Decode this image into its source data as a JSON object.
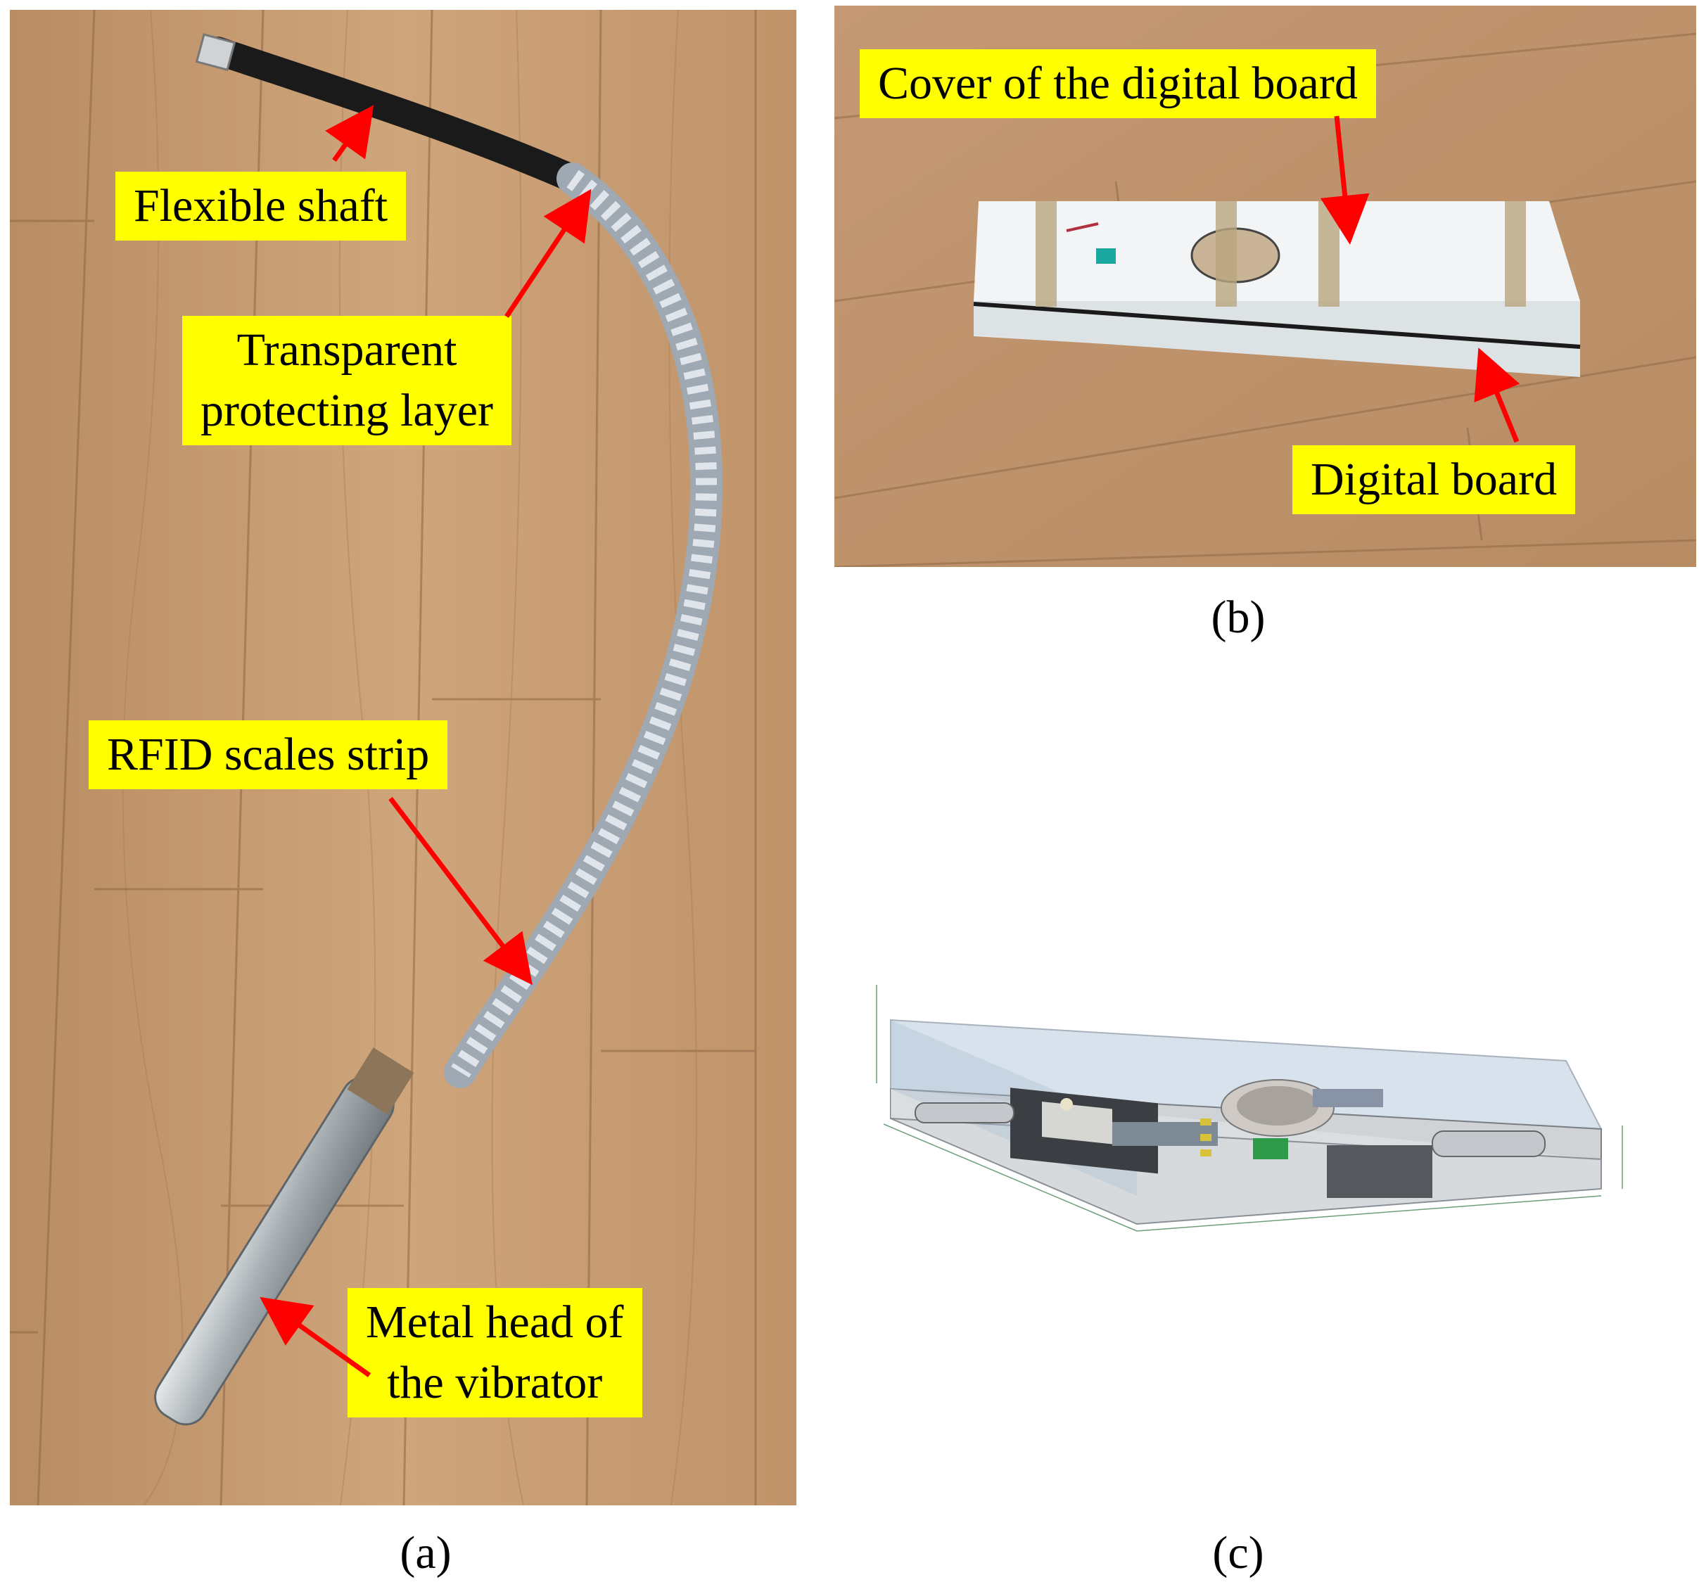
{
  "panel_a": {
    "labels": {
      "flexible_shaft": "Flexible shaft",
      "transparent_line1": "Transparent",
      "transparent_line2": "protecting layer",
      "rfid_strip": "RFID scales strip",
      "metal_head_line1": "Metal head of",
      "metal_head_line2": "the vibrator"
    },
    "caption": "(a)"
  },
  "panel_b": {
    "labels": {
      "cover": "Cover of the digital board",
      "digital_board": "Digital board"
    },
    "caption": "(b)"
  },
  "panel_c": {
    "caption": "(c)"
  },
  "colors": {
    "label_bg": "#ffff00",
    "arrow": "#ff0000",
    "wood": "#c99e74"
  }
}
